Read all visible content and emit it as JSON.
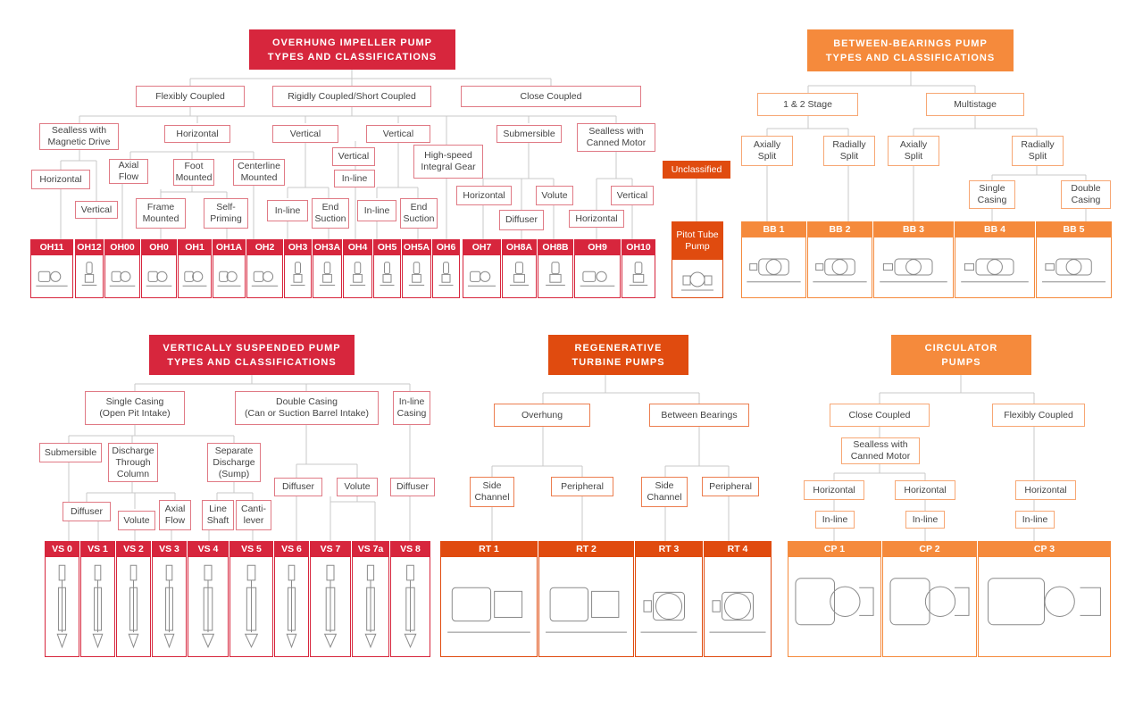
{
  "oh": {
    "title": "OVERHUNG IMPELLER PUMP\nTYPES AND CLASSIFICATIONS",
    "flexibly": "Flexibly Coupled",
    "rigidly": "Rigidly Coupled/Short Coupled",
    "close": "Close Coupled",
    "sealless_mag": "Sealless with\nMagnetic Drive",
    "horizontal_a": "Horizontal",
    "vertical_a": "Vertical",
    "vertical_b": "Vertical",
    "submersible": "Submersible",
    "sealless_canned": "Sealless with\nCanned Motor",
    "horizontal_b": "Horizontal",
    "vertical_c": "Vertical",
    "axial_flow": "Axial\nFlow",
    "foot_mounted": "Foot\nMounted",
    "centerline_mounted": "Centerline\nMounted",
    "vertical_d": "Vertical",
    "in_line_a": "In-line",
    "high_speed": "High-speed\nIntegral Gear",
    "frame_mounted": "Frame\nMounted",
    "self_priming": "Self-\nPriming",
    "in_line_b": "In-line",
    "end_suction_a": "End\nSuction",
    "in_line_c": "In-line",
    "end_suction_b": "End\nSuction",
    "horizontal_c": "Horizontal",
    "volute": "Volute",
    "vertical_e": "Vertical",
    "diffuser": "Diffuser",
    "horizontal_d": "Horizontal",
    "codes": [
      "OH11",
      "OH12",
      "OH00",
      "OH0",
      "OH1",
      "OH1A",
      "OH2",
      "OH3",
      "OH3A",
      "OH4",
      "OH5",
      "OH5A",
      "OH6",
      "OH7",
      "OH8A",
      "OH8B",
      "OH9",
      "OH10"
    ]
  },
  "unclassified": {
    "title": "Unclassified",
    "pitot": "Pitot Tube\nPump"
  },
  "bb": {
    "title": "BETWEEN-BEARINGS PUMP\nTYPES AND CLASSIFICATIONS",
    "stage12": "1 & 2 Stage",
    "multistage": "Multistage",
    "axially_a": "Axially\nSplit",
    "radially_a": "Radially\nSplit",
    "axially_b": "Axially\nSplit",
    "radially_b": "Radially\nSplit",
    "single_casing": "Single\nCasing",
    "double_casing": "Double\nCasing",
    "codes": [
      "BB 1",
      "BB 2",
      "BB 3",
      "BB 4",
      "BB 5"
    ]
  },
  "vs": {
    "title": "VERTICALLY SUSPENDED PUMP\nTYPES AND CLASSIFICATIONS",
    "single": "Single Casing\n(Open Pit Intake)",
    "double": "Double Casing\n(Can or Suction Barrel Intake)",
    "inline": "In-line\nCasing",
    "submersible": "Submersible",
    "discharge_column": "Discharge\nThrough\nColumn",
    "separate_discharge": "Separate\nDischarge\n(Sump)",
    "diffuser_a": "Diffuser",
    "volute_a": "Volute",
    "diffuser_b": "Diffuser",
    "diffuser_c": "Diffuser",
    "volute_b": "Volute",
    "axial_flow": "Axial\nFlow",
    "line_shaft": "Line\nShaft",
    "cantilever": "Canti-\nlever",
    "codes": [
      "VS 0",
      "VS 1",
      "VS 2",
      "VS 3",
      "VS 4",
      "VS 5",
      "VS 6",
      "VS 7",
      "VS 7a",
      "VS 8"
    ]
  },
  "rt": {
    "title": "REGENERATIVE\nTURBINE PUMPS",
    "overhung": "Overhung",
    "between": "Between Bearings",
    "side_a": "Side\nChannel",
    "peripheral_a": "Peripheral",
    "side_b": "Side\nChannel",
    "peripheral_b": "Peripheral",
    "codes": [
      "RT 1",
      "RT 2",
      "RT 3",
      "RT 4"
    ]
  },
  "cp": {
    "title": "CIRCULATOR\nPUMPS",
    "close": "Close Coupled",
    "flexibly": "Flexibly Coupled",
    "sealless": "Sealless with\nCanned Motor",
    "horizontal_a": "Horizontal",
    "horizontal_b": "Horizontal",
    "horizontal_c": "Horizontal",
    "inline_a": "In-line",
    "inline_b": "In-line",
    "inline_c": "In-line",
    "codes": [
      "CP 1",
      "CP 2",
      "CP 3"
    ]
  },
  "colors": {
    "red": "#d7263d",
    "orange": "#f58a3c",
    "dark_orange": "#e04b0f"
  }
}
